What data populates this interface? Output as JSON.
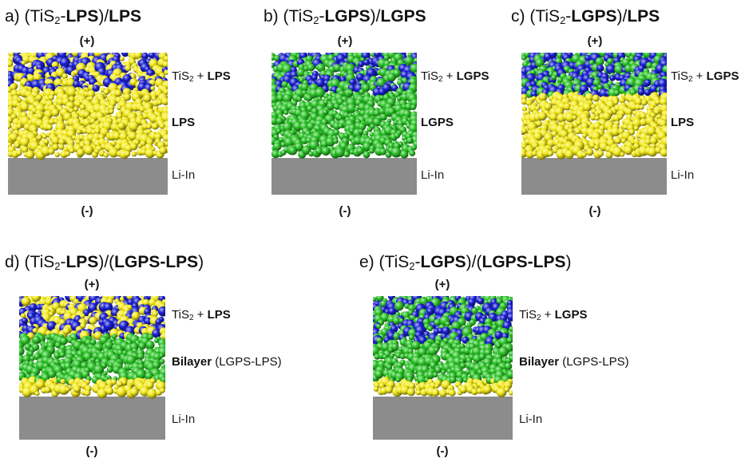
{
  "colors": {
    "lps_particle": "#f4ea1f",
    "lgps_particle": "#2ec42a",
    "tis2_particle": "#1a1fd0",
    "li_in_layer": "#8c8c8c",
    "background": "#ffffff"
  },
  "panels": [
    {
      "id": "a",
      "title": {
        "letter": "a)",
        "open": "(TiS",
        "sub": "2",
        "dash": "-",
        "bold1": "LPS",
        "close": ")/",
        "tail": "LPS",
        "end": ""
      },
      "plus": "(+)",
      "minus": "(-)",
      "layers": [
        {
          "kind": "cathode",
          "label_pre": "TiS",
          "label_sub": "2",
          "label_mid": " + ",
          "label_bold": "LPS",
          "label_plain": ""
        },
        {
          "kind": "electrolyte",
          "label_bold": "LPS",
          "label_plain": ""
        },
        {
          "kind": "anode",
          "label": "Li-In"
        }
      ]
    },
    {
      "id": "b",
      "title": {
        "letter": "b)",
        "open": "(TiS",
        "sub": "2",
        "dash": "-",
        "bold1": "LGPS",
        "close": ")/",
        "tail": "LGPS",
        "end": ""
      },
      "plus": "(+)",
      "minus": "(-)",
      "layers": [
        {
          "kind": "cathode",
          "label_pre": "TiS",
          "label_sub": "2",
          "label_mid": " + ",
          "label_bold": "LGPS",
          "label_plain": ""
        },
        {
          "kind": "electrolyte",
          "label_bold": "LGPS",
          "label_plain": ""
        },
        {
          "kind": "anode",
          "label": "Li-In"
        }
      ]
    },
    {
      "id": "c",
      "title": {
        "letter": "c)",
        "open": "(TiS",
        "sub": "2",
        "dash": "-",
        "bold1": "LGPS",
        "close": ")/",
        "tail": "LPS",
        "end": ""
      },
      "plus": "(+)",
      "minus": "(-)",
      "layers": [
        {
          "kind": "cathode",
          "label_pre": "TiS",
          "label_sub": "2",
          "label_mid": " + ",
          "label_bold": "LGPS",
          "label_plain": ""
        },
        {
          "kind": "electrolyte",
          "label_bold": "LPS",
          "label_plain": ""
        },
        {
          "kind": "anode",
          "label": "Li-In"
        }
      ]
    },
    {
      "id": "d",
      "title": {
        "letter": "d)",
        "open": "(TiS",
        "sub": "2",
        "dash": "-",
        "bold1": "LPS",
        "close": ")/(",
        "tail": "LGPS-LPS",
        "end": ")"
      },
      "plus": "(+)",
      "minus": "(-)",
      "layers": [
        {
          "kind": "cathode",
          "label_pre": "TiS",
          "label_sub": "2",
          "label_mid": " + ",
          "label_bold": "LPS",
          "label_plain": ""
        },
        {
          "kind": "bilayer",
          "label_bold": "Bilayer",
          "label_plain": " (LGPS-LPS)"
        },
        {
          "kind": "anode",
          "label": "Li-In"
        }
      ]
    },
    {
      "id": "e",
      "title": {
        "letter": "e)",
        "open": "(TiS",
        "sub": "2",
        "dash": "-",
        "bold1": "LGPS",
        "close": ")/(",
        "tail": "LGPS-LPS",
        "end": ")"
      },
      "plus": "(+)",
      "minus": "(-)",
      "layers": [
        {
          "kind": "cathode",
          "label_pre": "TiS",
          "label_sub": "2",
          "label_mid": " + ",
          "label_bold": "LGPS",
          "label_plain": ""
        },
        {
          "kind": "bilayer",
          "label_bold": "Bilayer",
          "label_plain": " (LGPS-LPS)"
        },
        {
          "kind": "anode",
          "label": "Li-In"
        }
      ]
    }
  ]
}
